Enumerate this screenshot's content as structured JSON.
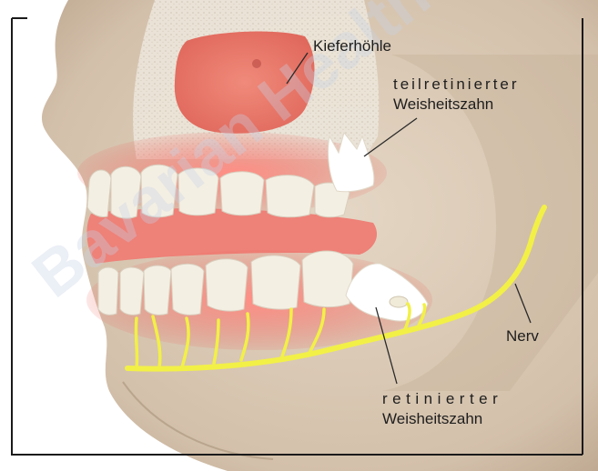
{
  "labels": {
    "sinus": "Kieferhöhle",
    "upper_tooth_line1": "teilretinierter",
    "upper_tooth_line2": "Weisheitszahn",
    "nerve": "Nerv",
    "lower_tooth_line1": "retinierter",
    "lower_tooth_line2": "Weisheitszahn"
  },
  "colors": {
    "skin": "#dccbb8",
    "skin_shadow": "#b7a28c",
    "bone": "#e9e2d5",
    "sinus": "#e8786a",
    "gum": "#f07a72",
    "tooth": "#f4efe3",
    "wisdom_tooth": "#ffffff",
    "nerve": "#f2f046",
    "frame": "#1a1a1a"
  },
  "watermark": "Bavarian Health"
}
